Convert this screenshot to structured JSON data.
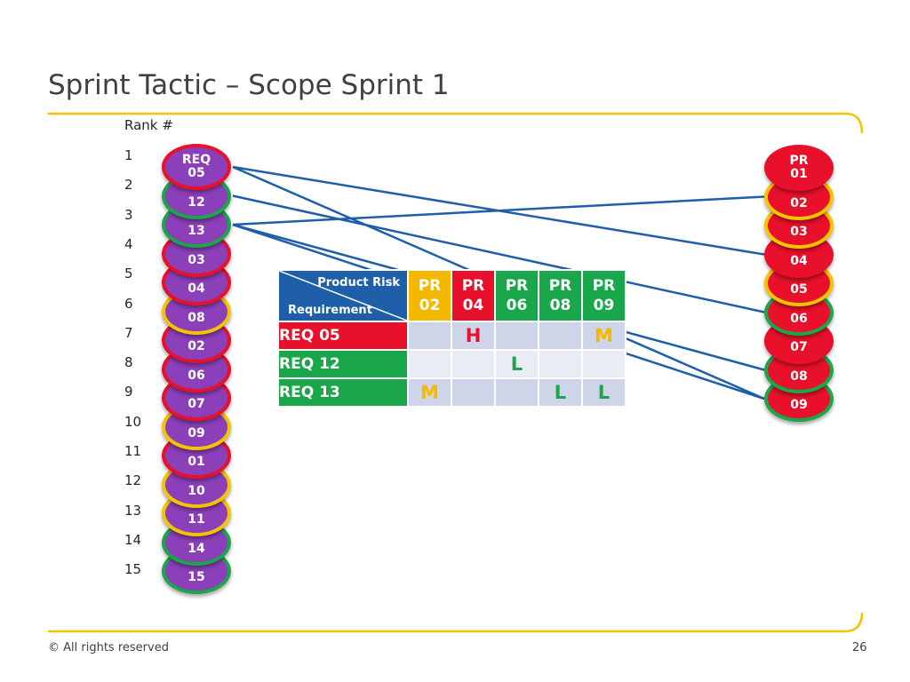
{
  "slide": {
    "title": "Sprint Tactic – Scope Sprint 1",
    "rank_header": "Rank #",
    "footer_text": "© All rights reserved",
    "page_number": "26"
  },
  "colors": {
    "accent_line": "#f5c400",
    "link_line": "#1f5ea8",
    "req_disc": "#8b3fb8",
    "pr_disc": "#e8102a",
    "risk_high": "#e8102a",
    "risk_medium": "#f5b800",
    "risk_low": "#1aa64a"
  },
  "ranks": [
    "1",
    "2",
    "3",
    "4",
    "5",
    "6",
    "7",
    "8",
    "9",
    "10",
    "11",
    "12",
    "13",
    "14",
    "15"
  ],
  "requirements_stack": [
    {
      "prefix": "REQ",
      "id": "05",
      "ring": "red"
    },
    {
      "prefix": "REQ",
      "id": "12",
      "ring": "green"
    },
    {
      "prefix": "REQ",
      "id": "13",
      "ring": "green"
    },
    {
      "prefix": "REQ",
      "id": "03",
      "ring": "red"
    },
    {
      "prefix": "REQ",
      "id": "04",
      "ring": "red"
    },
    {
      "prefix": "REQ",
      "id": "08",
      "ring": "yellow"
    },
    {
      "prefix": "REQ",
      "id": "02",
      "ring": "red"
    },
    {
      "prefix": "REQ",
      "id": "06",
      "ring": "red"
    },
    {
      "prefix": "REQ",
      "id": "07",
      "ring": "red"
    },
    {
      "prefix": "REQ",
      "id": "09",
      "ring": "yellow"
    },
    {
      "prefix": "REQ",
      "id": "01",
      "ring": "red"
    },
    {
      "prefix": "REQ",
      "id": "10",
      "ring": "yellow"
    },
    {
      "prefix": "REQ",
      "id": "11",
      "ring": "yellow"
    },
    {
      "prefix": "REQ",
      "id": "14",
      "ring": "green"
    },
    {
      "prefix": "REQ",
      "id": "15",
      "ring": "green"
    }
  ],
  "product_risks_stack": [
    {
      "prefix": "PR",
      "id": "01",
      "ring": "red"
    },
    {
      "prefix": "PR",
      "id": "02",
      "ring": "yellow"
    },
    {
      "prefix": "PR",
      "id": "03",
      "ring": "yellow"
    },
    {
      "prefix": "PR",
      "id": "04",
      "ring": "red"
    },
    {
      "prefix": "PR",
      "id": "05",
      "ring": "yellow"
    },
    {
      "prefix": "PR",
      "id": "06",
      "ring": "green"
    },
    {
      "prefix": "PR",
      "id": "07",
      "ring": "red"
    },
    {
      "prefix": "PR",
      "id": "08",
      "ring": "green"
    },
    {
      "prefix": "PR",
      "id": "09",
      "ring": "green"
    }
  ],
  "connections": [
    {
      "from": "REQ 05",
      "to": "PR 04"
    },
    {
      "from": "REQ 05",
      "to": "PR 09"
    },
    {
      "from": "REQ 12",
      "to": "PR 06"
    },
    {
      "from": "REQ 13",
      "to": "PR 02"
    },
    {
      "from": "REQ 13",
      "to": "PR 08"
    },
    {
      "from": "REQ 13",
      "to": "PR 09"
    }
  ],
  "matrix": {
    "corner_top_label": "Product Risk",
    "corner_bottom_label": "Requirement",
    "columns": [
      {
        "line1": "PR",
        "line2": "02",
        "color": "#f5b800"
      },
      {
        "line1": "PR",
        "line2": "04",
        "color": "#e8102a"
      },
      {
        "line1": "PR",
        "line2": "06",
        "color": "#1aa64a"
      },
      {
        "line1": "PR",
        "line2": "08",
        "color": "#1aa64a"
      },
      {
        "line1": "PR",
        "line2": "09",
        "color": "#1aa64a"
      }
    ],
    "rows": [
      {
        "label": "REQ 05",
        "color": "#e8102a",
        "cells": [
          "",
          "H",
          "",
          "",
          "M"
        ]
      },
      {
        "label": "REQ 12",
        "color": "#1aa64a",
        "cells": [
          "",
          "",
          "L",
          "",
          ""
        ]
      },
      {
        "label": "REQ 13",
        "color": "#1aa64a",
        "cells": [
          "M",
          "",
          "",
          "L",
          "L"
        ]
      }
    ]
  }
}
